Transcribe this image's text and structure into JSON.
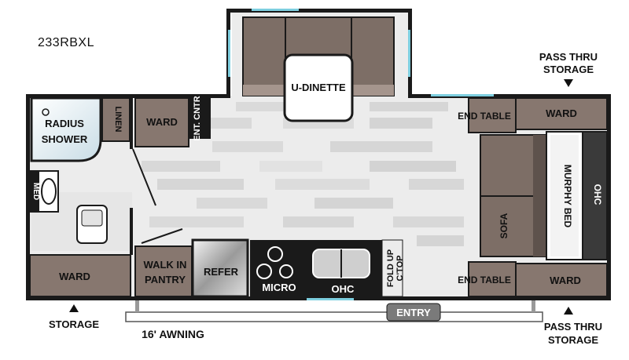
{
  "model": "233RBXL",
  "rooms": {
    "radius_shower_line1": "RADIUS",
    "radius_shower_line2": "SHOWER",
    "linen": "LINEN",
    "ward_top_left": "WARD",
    "ent_cntr": "ENT. CNTR",
    "u_dinette": "U-DINETTE",
    "end_table_top": "END TABLE",
    "ward_top_right": "WARD",
    "murphy_bed": "MURPHY BED",
    "ohc_right": "OHC",
    "sofa": "SOFA",
    "end_table_bottom": "END TABLE",
    "ward_bottom_right": "WARD",
    "med": "MED",
    "ward_bottom_left": "WARD",
    "walk_in_pantry_line1": "WALK IN",
    "walk_in_pantry_line2": "PANTRY",
    "refer": "REFER",
    "micro": "MICRO",
    "ohc_kitchen": "OHC",
    "fold_up_line1": "FOLD UP",
    "fold_up_line2": "C'TOP",
    "entry": "ENTRY"
  },
  "callouts": {
    "pass_thru_top_line1": "PASS THRU",
    "pass_thru_top_line2": "STORAGE",
    "storage_bottom": "STORAGE",
    "awning": "16' AWNING",
    "pass_thru_bottom_line1": "PASS THRU",
    "pass_thru_bottom_line2": "STORAGE"
  },
  "colors": {
    "wall": "#1a1a1a",
    "cabinet": "#87776f",
    "sofa": "#7d6e66",
    "floor_light": "#ececec",
    "floor_dark": "#d6d6d6",
    "window": "#7ecfe0"
  }
}
